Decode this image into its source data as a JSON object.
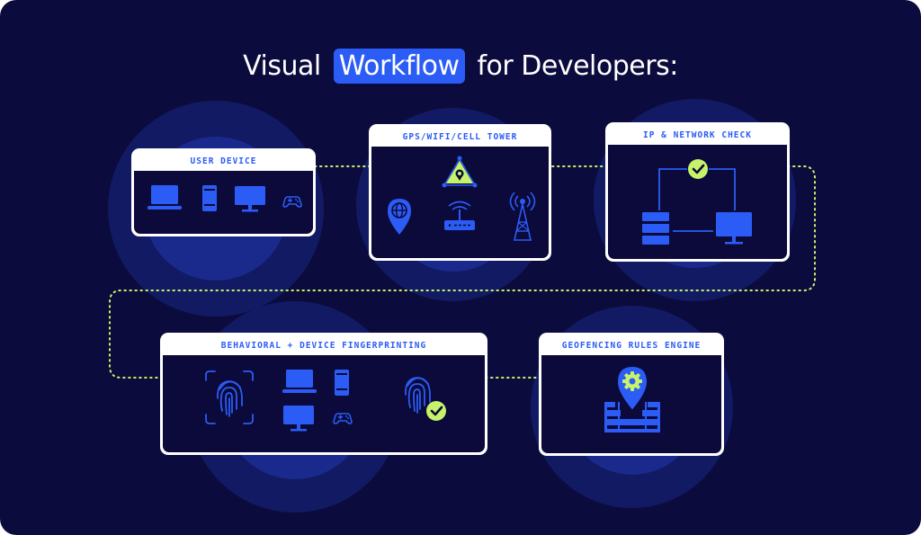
{
  "title": {
    "before": "Visual",
    "highlight": "Workflow",
    "after": "for Developers:"
  },
  "colors": {
    "background": "#0c0b3d",
    "card_border": "#ffffff",
    "card_body": "#0b0a3a",
    "label_text": "#2b5cf5",
    "icon_blue": "#2b5cf5",
    "accent_green": "#c6f36a",
    "flow_green": "#c6f36a"
  },
  "nodes": {
    "user_device": {
      "label": "USER DEVICE",
      "icons": [
        "laptop-icon",
        "phone-icon",
        "monitor-icon",
        "gamepad-icon"
      ]
    },
    "gps_wifi_cell": {
      "label": "GPS/WIFI/CELL TOWER",
      "icons": [
        "gps-triangle-icon",
        "globe-pin-icon",
        "router-icon",
        "cell-tower-icon"
      ]
    },
    "ip_network": {
      "label": "IP & NETWORK CHECK",
      "icons": [
        "check-circle-icon",
        "server-stack-icon",
        "monitor-icon"
      ]
    },
    "behavioral": {
      "label": "BEHAVIORAL + DEVICE FINGERPRINTING",
      "icons": [
        "fingerprint-scan-icon",
        "laptop-icon",
        "phone-icon",
        "monitor-icon",
        "gamepad-icon",
        "fingerprint-verified-icon"
      ]
    },
    "geofencing": {
      "label": "GEOFENCING RULES ENGINE",
      "icons": [
        "geofence-gear-pin-icon"
      ]
    }
  },
  "edges": [
    [
      "user_device",
      "gps_wifi_cell"
    ],
    [
      "gps_wifi_cell",
      "ip_network"
    ],
    [
      "ip_network",
      "behavioral"
    ],
    [
      "behavioral",
      "geofencing"
    ]
  ]
}
